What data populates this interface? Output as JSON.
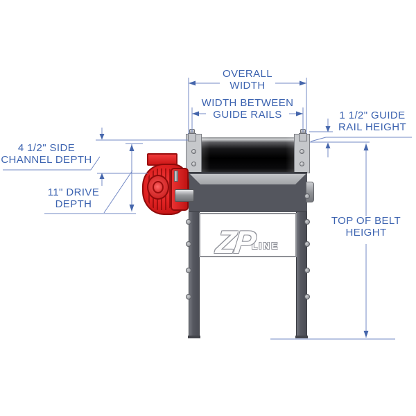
{
  "drawing": {
    "title_labels": {
      "overall_width": "OVERALL\nWIDTH",
      "width_between_guide_rails": "WIDTH BETWEEN\nGUIDE RAILS",
      "guide_rail_height": "1 1/2\" GUIDE\nRAIL HEIGHT",
      "side_channel_depth": "4 1/2\" SIDE\nCHANNEL DEPTH",
      "drive_depth": "11\" DRIVE\nDEPTH",
      "top_of_belt_height": "TOP OF BELT\nHEIGHT"
    },
    "logo": {
      "main": "ZP",
      "sub": "LINE"
    },
    "colors": {
      "dimension_text": "#3c63b0",
      "dimension_line": "#7389c5",
      "motor_red": "#e02222",
      "frame_dark_gray": "#54565e",
      "frame_light_gray": "#b3b5ba",
      "belt_black": "#0a0a0c"
    }
  }
}
